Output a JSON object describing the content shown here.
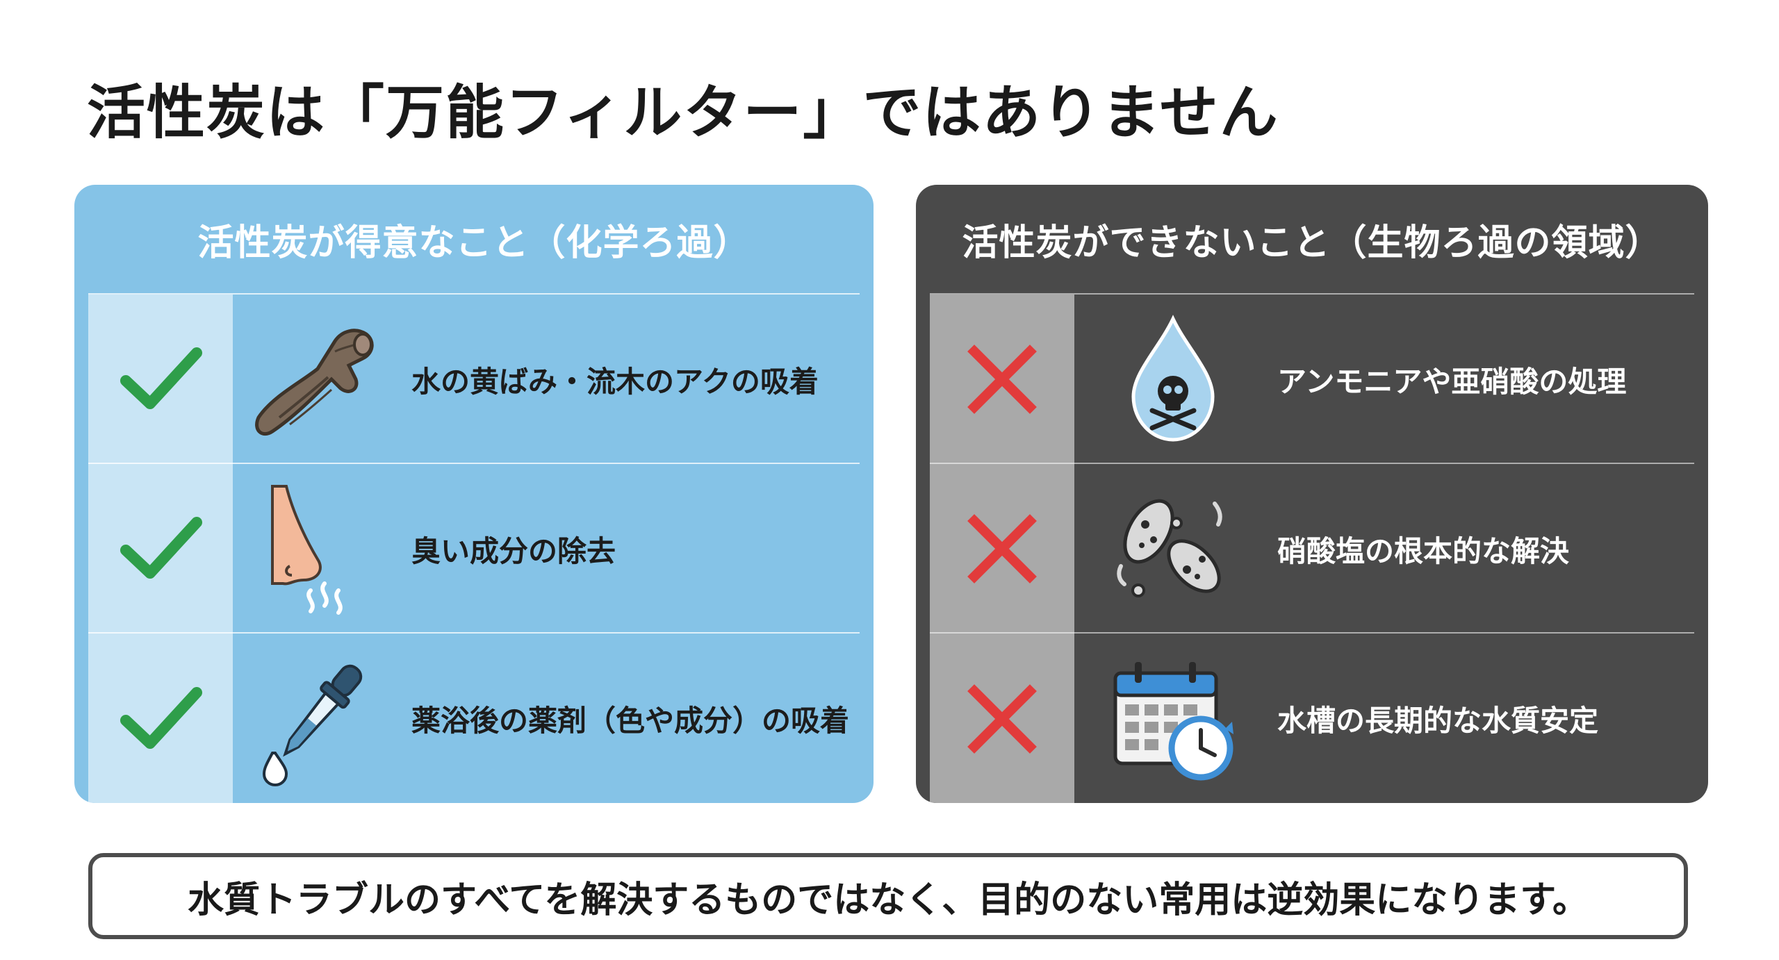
{
  "title": "活性炭は「万能フィルター」ではありません",
  "good_panel": {
    "header": "活性炭が得意なこと（化学ろ過）",
    "color": "#85c3e7",
    "items": [
      {
        "label": "水の黄ばみ・流木のアクの吸着",
        "icon": "driftwood-icon",
        "mark": "check-icon"
      },
      {
        "label": "臭い成分の除去",
        "icon": "nose-odor-icon",
        "mark": "check-icon"
      },
      {
        "label": "薬浴後の薬剤（色や成分）の吸着",
        "icon": "dropper-icon",
        "mark": "check-icon"
      }
    ]
  },
  "bad_panel": {
    "header": "活性炭ができないこと（生物ろ過の領域）",
    "color": "#4a4a4a",
    "items": [
      {
        "label": "アンモニアや亜硝酸の処理",
        "icon": "toxic-drop-icon",
        "mark": "cross-icon"
      },
      {
        "label": "硝酸塩の根本的な解決",
        "icon": "bacteria-icon",
        "mark": "cross-icon"
      },
      {
        "label": "水槽の長期的な水質安定",
        "icon": "calendar-clock-icon",
        "mark": "cross-icon"
      }
    ]
  },
  "footer": "水質トラブルのすべてを解決するものではなく、目的のない常用は逆効果になります。",
  "colors": {
    "check": "#2e9e4a",
    "cross": "#e23b3b"
  }
}
